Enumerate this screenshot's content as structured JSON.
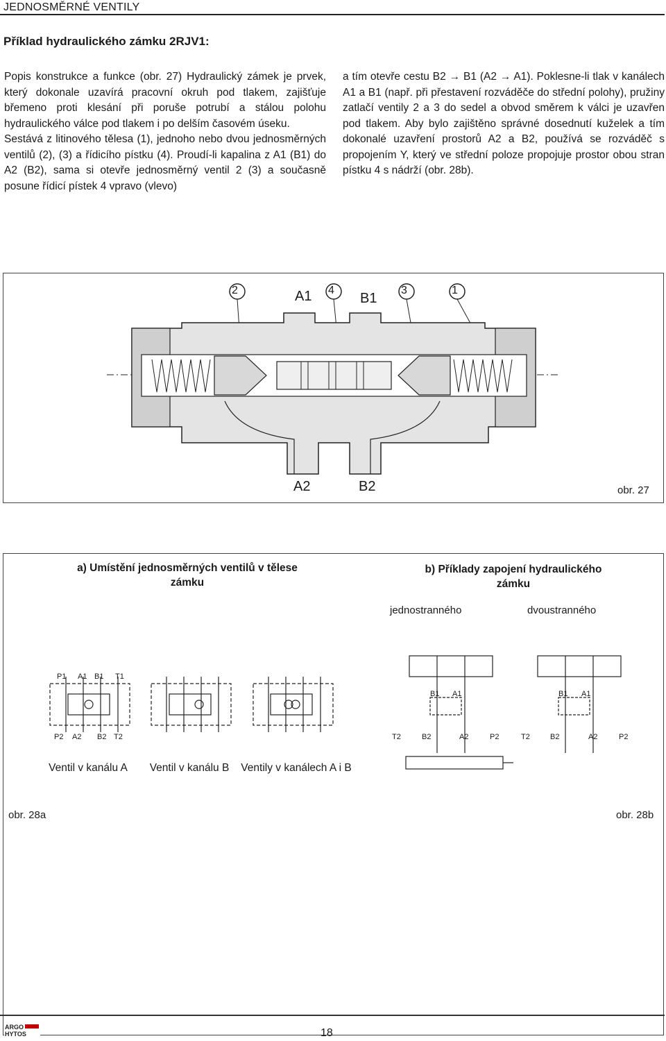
{
  "header": {
    "title": "JEDNOSMĚRNÉ VENTILY"
  },
  "section_title": "Příklad hydraulického zámku 2RJV1:",
  "left_column": {
    "p1": "Popis konstrukce a funkce (obr. 27) Hydraulický zámek je prvek, který dokonale uzavírá pracovní okruh pod tlakem, zajišťuje břemeno proti klesání při poruše potrubí a stálou polohu hydraulického válce pod tlakem i po delším časovém úseku.",
    "p2": "Sestává z litinového tělesa (1), jednoho nebo dvou jednosměrných ventilů (2), (3) a řídicího pístku (4). Proudí-li kapalina z A1 (B1) do A2 (B2), sama si otevře jednosměrný ventil 2 (3) a současně posune řídicí pístek 4 vpravo (vlevo)"
  },
  "right_column": {
    "p1": "a tím otevře cestu B2 → B1 (A2 → A1). Poklesne-li tlak v kanálech A1 a B1 (např. při přestavení rozváděče do střední polohy), pružiny zatlačí ventily 2 a 3 do sedel a obvod směrem k válci je uzavřen pod tlakem. Aby bylo zajištěno správné dosednutí kuželek a tím dokonalé uzavření prostorů A2 a B2, používá se rozváděč s propojením Y, který ve střední poloze propojuje prostor obou stran pístku 4 s nádrží (obr. 28b)."
  },
  "fig27": {
    "callouts": [
      "2",
      "A1",
      "4",
      "B1",
      "3",
      "1"
    ],
    "bottom_ports": [
      "A2",
      "B2"
    ],
    "caption": "obr. 27"
  },
  "fig28": {
    "sub_a": "a) Umístění jednosměrných ventilů v tělese zámku",
    "sub_b": "b) Příklady zapojení hydraulického zámku",
    "type_left": "jednostranného",
    "type_right": "dvoustranného",
    "top_ports": [
      "P1",
      "A1",
      "B1",
      "T1"
    ],
    "bottom_ports": [
      "P2",
      "A2",
      "B2",
      "T2"
    ],
    "right_ports_mid": [
      "B1",
      "A1"
    ],
    "right_ports_bottom": [
      "T2",
      "B2",
      "A2",
      "P2"
    ],
    "ventil_a": "Ventil v kanálu A",
    "ventil_b": "Ventil v kanálu B",
    "ventil_ab": "Ventily v kanálech A i B",
    "caption_a": "obr. 28a",
    "caption_b": "obr. 28b"
  },
  "footer": {
    "page_number": "18",
    "logo_top": "ARGO",
    "logo_bottom": "HYTOS"
  }
}
